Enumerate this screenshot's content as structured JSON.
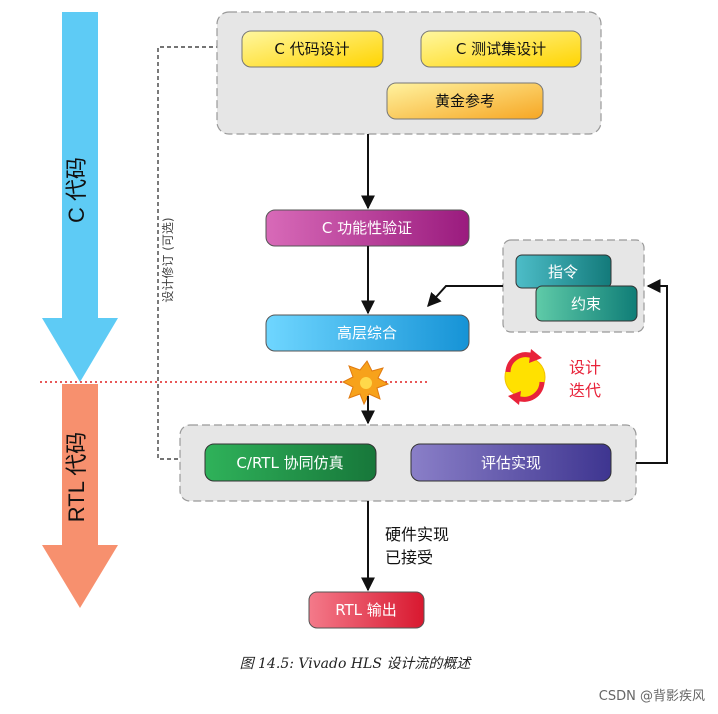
{
  "left_arrows": {
    "top_label": "C 代码",
    "bottom_label": "RTL 代码",
    "top_color": "#5ecbf5",
    "bottom_color": "#f7906e"
  },
  "dashed_path_label": "设计修订 (可选)",
  "top_group": {
    "box_c_code": "C 代码设计",
    "box_testbench": "C 测试集设计",
    "box_golden": "黄金参考"
  },
  "box_c_verify": "C 功能性验证",
  "box_hls": "高层综合",
  "directives_group": {
    "box_directives": "指令",
    "box_constraints": "约束"
  },
  "iteration_label": [
    "设计",
    "迭代"
  ],
  "bottom_group": {
    "box_cosim": "C/RTL 协同仿真",
    "box_evaluate": "评估实现"
  },
  "accept_label": [
    "硬件实现",
    "已接受"
  ],
  "box_rtl_output": "RTL 输出",
  "caption": "图 14.5:  Vivado HLS 设计流的概述",
  "watermark": "CSDN @背影疾风",
  "colors": {
    "group_bg": "#e6e6e6",
    "yellow": "#ffe600",
    "magenta": "#b0268f",
    "cyan": "#1aa8e3",
    "teal": "#1a8f88",
    "green": "#1e9a48",
    "purple": "#5c4ea6",
    "red": "#e8344a",
    "dotted_line": "#e02020"
  }
}
